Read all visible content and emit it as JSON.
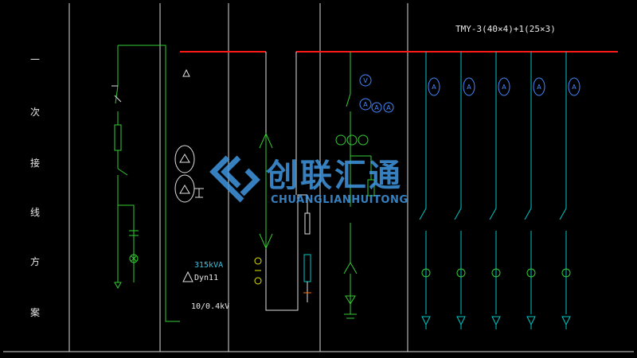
{
  "busbar_label": "TMY-3(40×4)+1(25×3)",
  "side_title_chars": [
    "一",
    "次",
    "接",
    "线",
    "方",
    "案"
  ],
  "transformer": {
    "capacity": "315kVA",
    "vector_group": "Dyn11",
    "voltage": "10/0.4kV"
  },
  "meter_labels": [
    "A",
    "V"
  ],
  "feeder_count": 5,
  "watermark": {
    "cn": "创联汇通",
    "en": "CHUANGLIANHUITONG"
  },
  "colors": {
    "background": "#000000",
    "grid": "#e0e0e0",
    "busbar": "#ff1a1a",
    "primary": "#33cc33",
    "feeder": "#00c8c8",
    "meter": "#4488ff",
    "accent_yellow": "#e6e600",
    "watermark": "#4096e1"
  }
}
